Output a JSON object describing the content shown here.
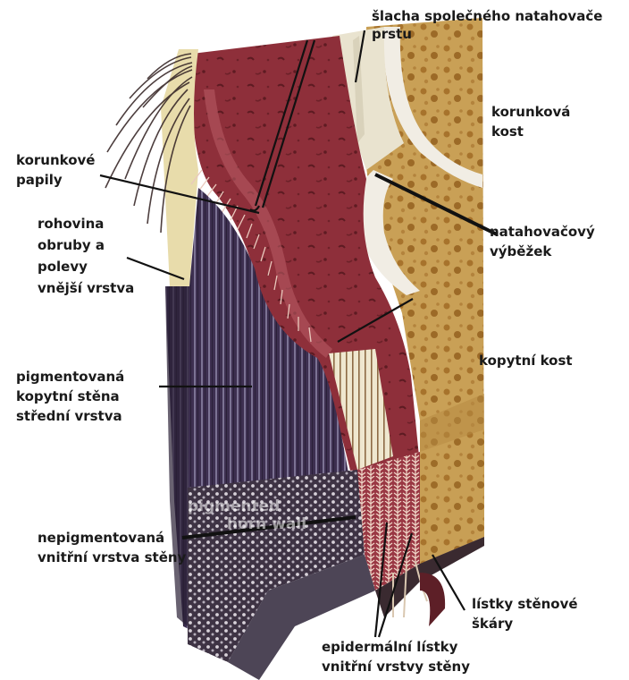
{
  "labels": {
    "slacha": [
      "šlacha společného natahovače",
      "prstu"
    ],
    "korunkova_kost": [
      "korunková",
      "kost"
    ],
    "korunkove_papily": [
      "korunkové",
      "papily"
    ],
    "natahovacovy": [
      "natahovačový",
      "výběžek"
    ],
    "rohovina": [
      "rohovina",
      "obruby a",
      "polevy",
      "vnější vrstva"
    ],
    "kopytni_kost": [
      "kopytní kost"
    ],
    "pigmentovana": [
      "pigmentovaná",
      "kopytní stěna",
      "střední vrstva"
    ],
    "nepigmentovana": [
      "nepigmentovaná",
      "vnitřní vrstva stěny"
    ],
    "listky": [
      "lístky stěnové",
      "škáry"
    ],
    "epidermalni": [
      "epidermální lístky",
      "vnitřní vrstvy stěny"
    ],
    "ghost": [
      "pigmented",
      "horn wall"
    ]
  },
  "colors": {
    "bone": "#c9a056",
    "bone_pore": "#a7732c",
    "dermis": "#8e2f3a",
    "dermis_light": "#b5545d",
    "horn_dark": "#3a2c4a",
    "horn_stripe": "#6f6585",
    "periople": "#e6d8a8",
    "tendon": "#e8e2cc",
    "cartilage": "#f3efe6"
  }
}
